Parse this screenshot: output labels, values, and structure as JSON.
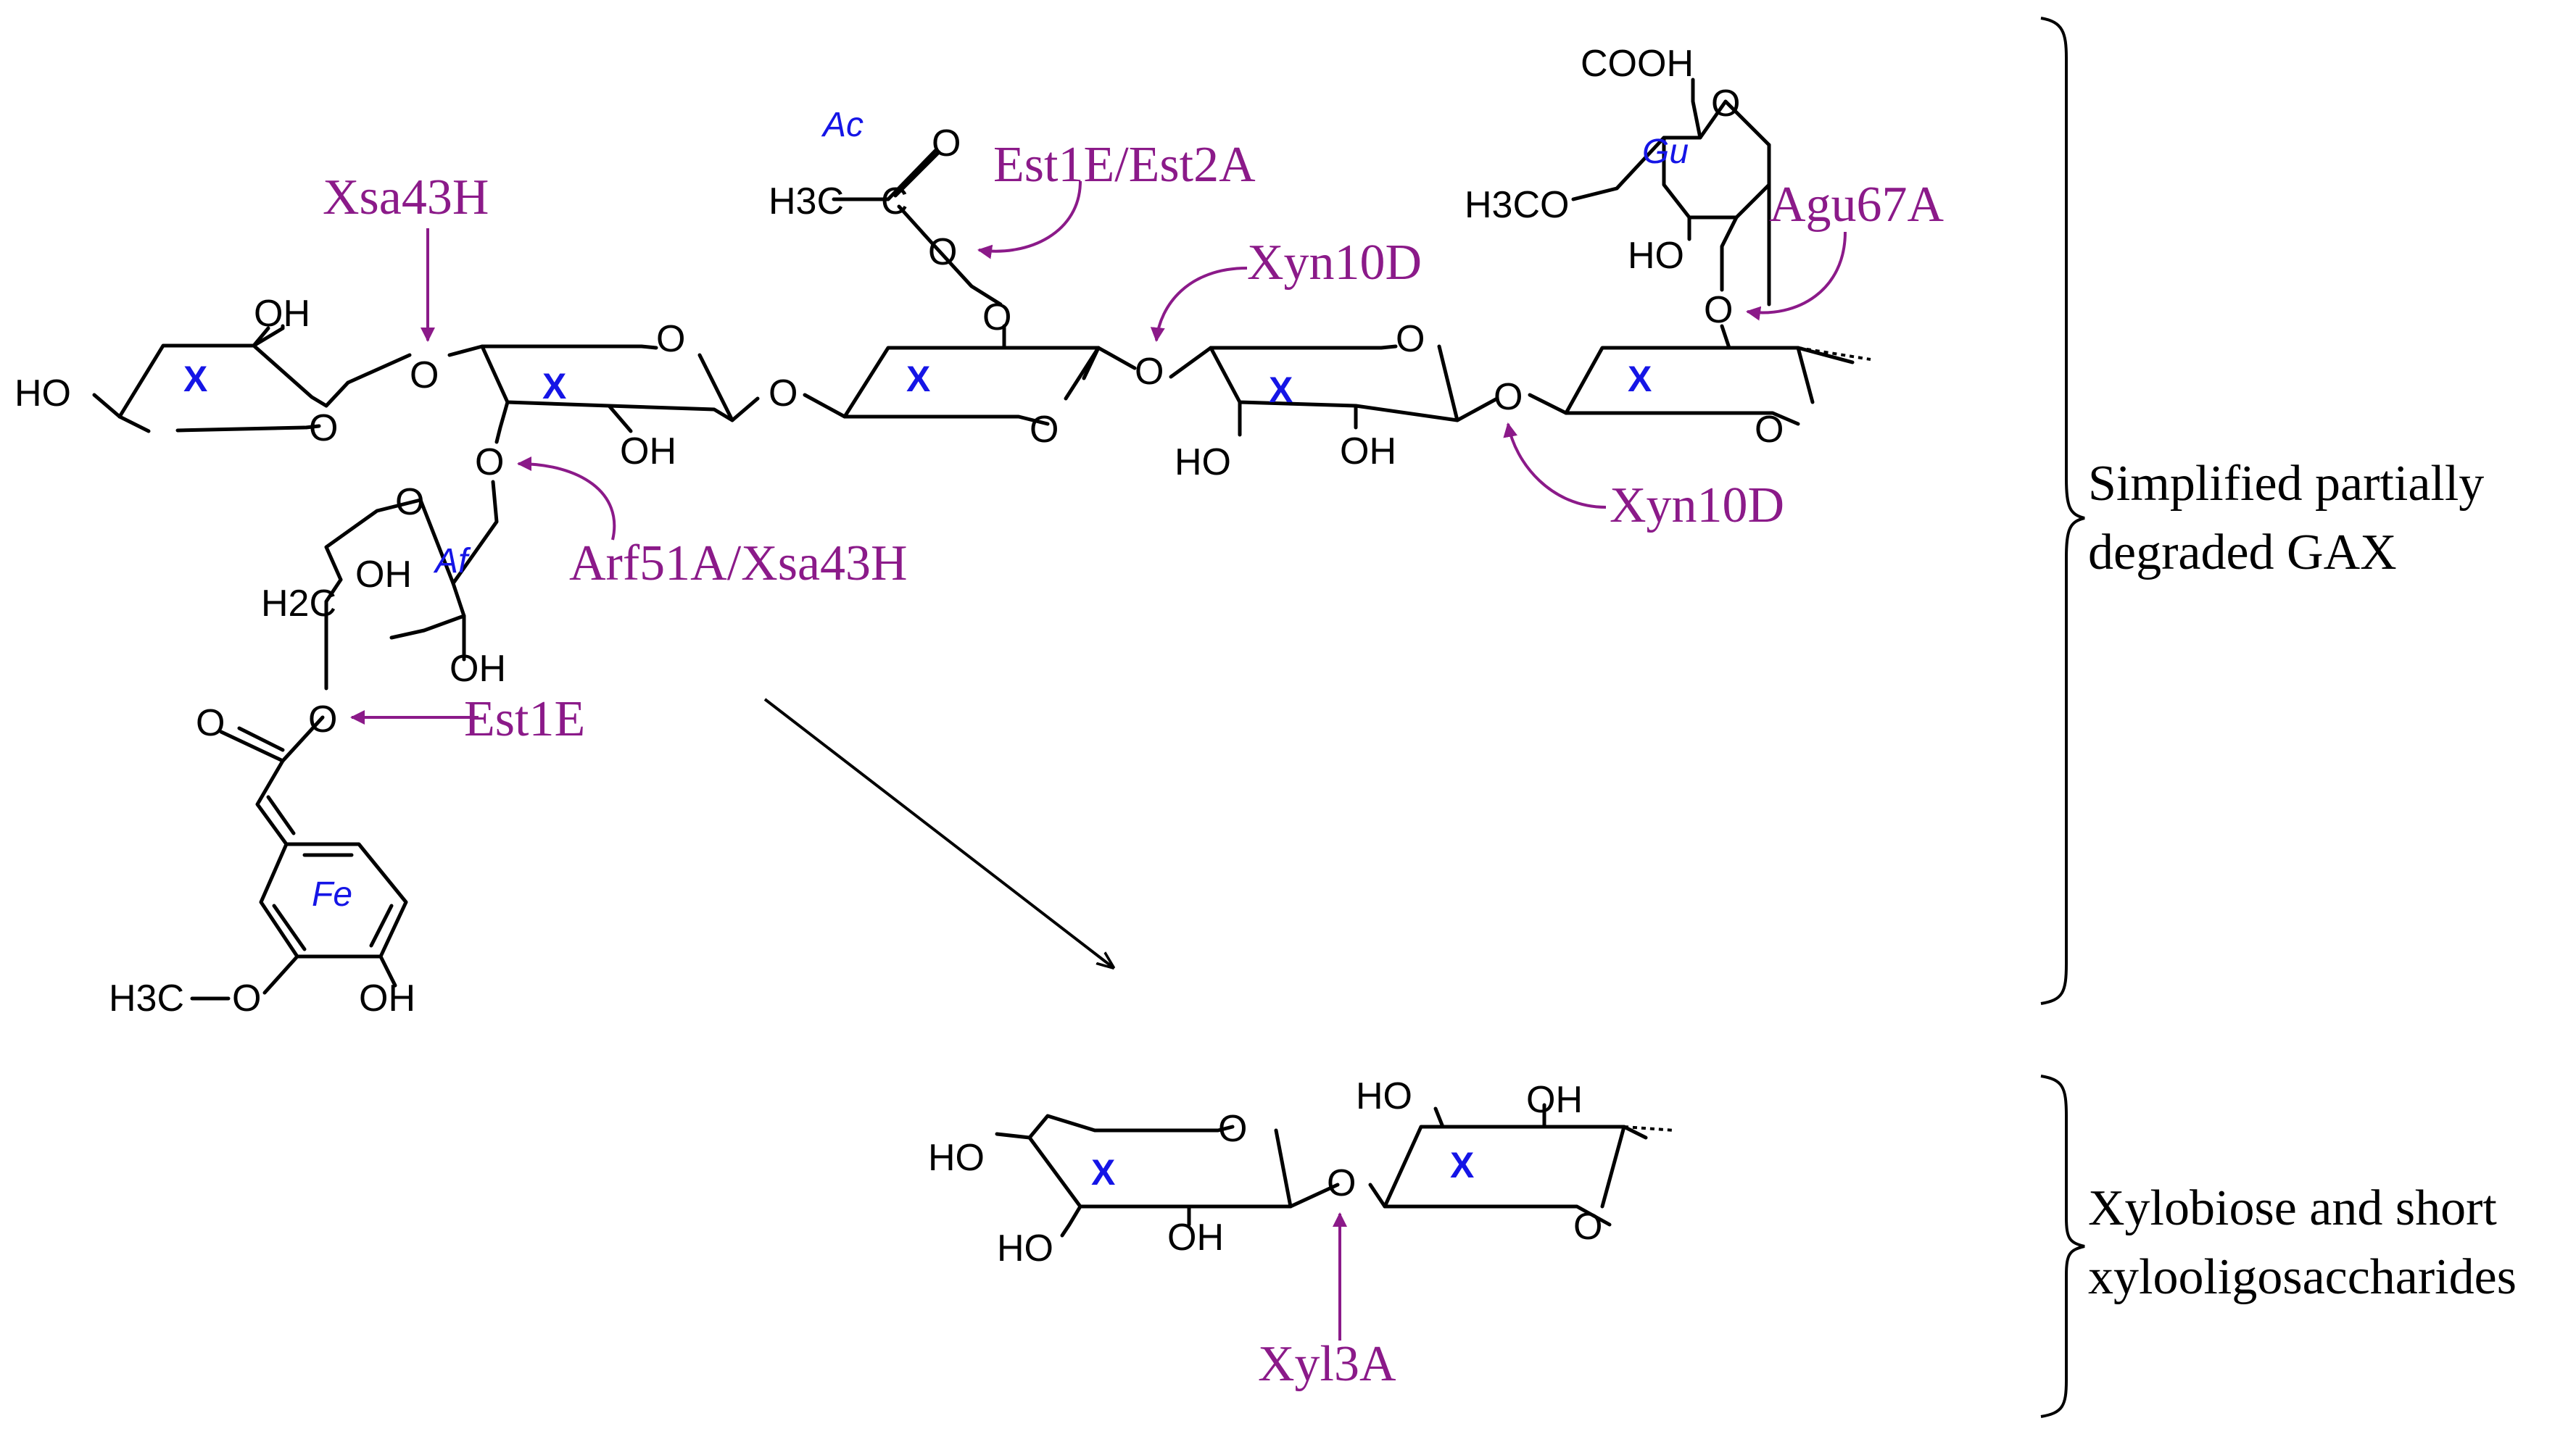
{
  "colors": {
    "enzyme": "#8B1A89",
    "residue_label": "#1515E6",
    "structure": "#000000",
    "background": "#ffffff"
  },
  "atoms": {
    "O": "O",
    "OH": "OH",
    "HO": "HO",
    "H3C": "H3C",
    "H2C": "H2C",
    "C": "C",
    "COOH": "COOH",
    "H3CO": "H3CO",
    "sub3": "3",
    "sub2": "2"
  },
  "residues": {
    "xylose": "X",
    "acetyl": "Ac",
    "glucuronic": "Gu",
    "arabinofuranose": "Af",
    "feruloyl": "Fe"
  },
  "enzymes": {
    "xsa43h": "Xsa43H",
    "est1e_est2a": "Est1E/Est2A",
    "xyn10d_top": "Xyn10D",
    "agu67a": "Agu67A",
    "arf51a_xsa43h": "Arf51A/Xsa43H",
    "xyn10d_bottom": "Xyn10D",
    "est1e": "Est1E",
    "xyl3a": "Xyl3A"
  },
  "side_labels": {
    "top": [
      "Simplified partially",
      "degraded GAX"
    ],
    "bottom": [
      "Xylobiose and short",
      "xylooligosaccharides"
    ]
  }
}
